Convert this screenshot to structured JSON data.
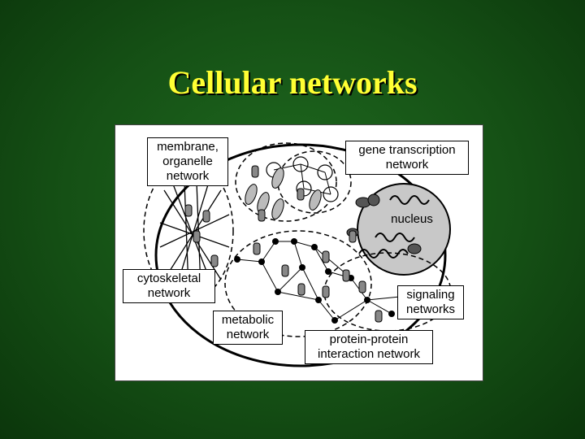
{
  "slide": {
    "title": "Cellular networks"
  },
  "diagram": {
    "labels": {
      "membrane": "membrane,\norganelle\nnetwork",
      "gene": "gene transcription\nnetwork",
      "nucleus": "nucleus",
      "cytoskeletal": "cytoskeletal\nnetwork",
      "metabolic": "metabolic\nnetwork",
      "signaling": "signaling\nnetworks",
      "protein": "protein-protein\ninteraction network"
    }
  },
  "colors": {
    "title": "#ffff33",
    "background": "#155015",
    "figure_background": "#ffffff"
  }
}
